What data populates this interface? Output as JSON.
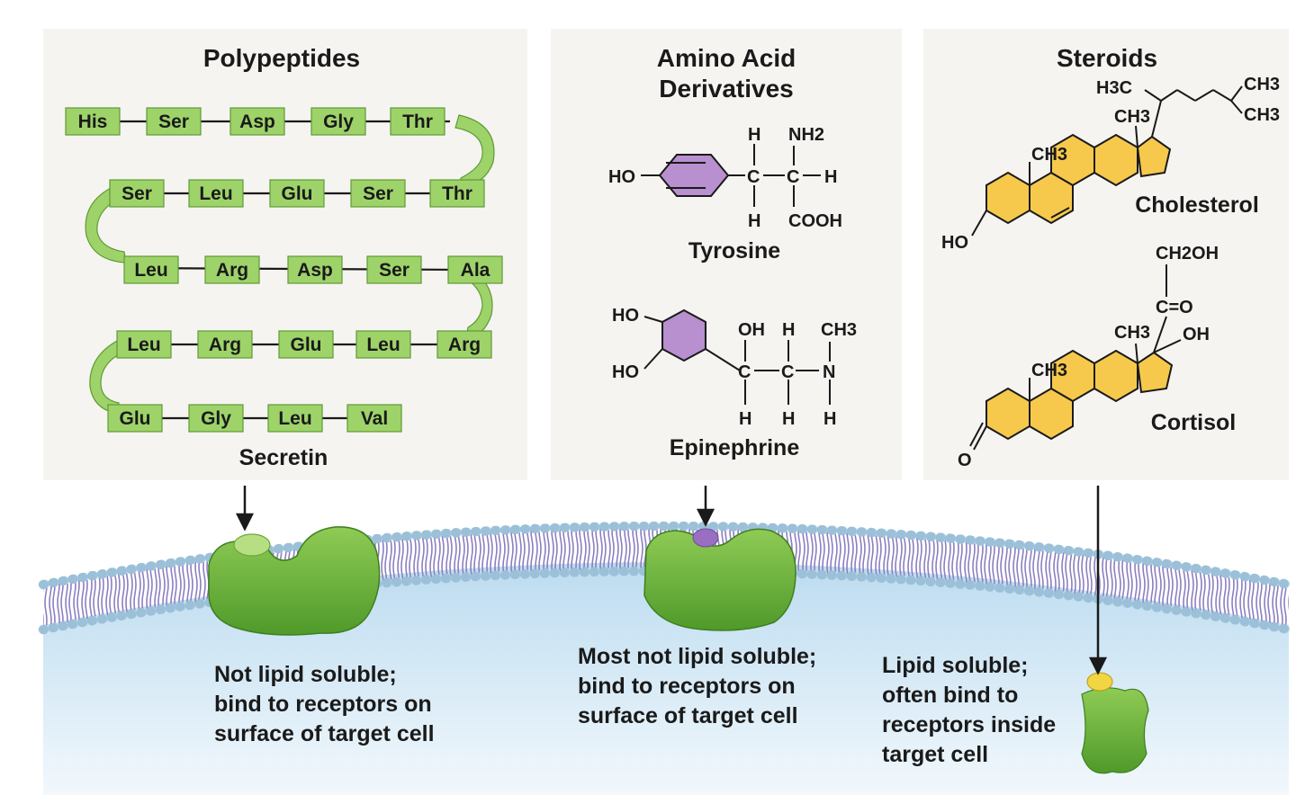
{
  "panels": {
    "polypeptides": {
      "title": "Polypeptides",
      "rows": [
        [
          "His",
          "Ser",
          "Asp",
          "Gly",
          "Thr"
        ],
        [
          "Ser",
          "Leu",
          "Glu",
          "Ser",
          "Thr"
        ],
        [
          "Leu",
          "Arg",
          "Asp",
          "Ser",
          "Ala"
        ],
        [
          "Leu",
          "Arg",
          "Glu",
          "Leu",
          "Arg"
        ],
        [
          "Glu",
          "Gly",
          "Leu",
          "Val"
        ]
      ],
      "name": "Secretin"
    },
    "amino": {
      "title_line1": "Amino Acid",
      "title_line2": "Derivatives",
      "tyrosine": "Tyrosine",
      "epinephrine": "Epinephrine"
    },
    "steroids": {
      "title": "Steroids",
      "cholesterol": "Cholesterol",
      "cortisol": "Cortisol"
    }
  },
  "chem": {
    "ho": "HO",
    "h": "H",
    "nh2": "NH2",
    "cooh": "COOH",
    "oh": "OH",
    "ch3": "CH3",
    "h3c": "H3C",
    "ch2oh": "CH2OH",
    "o": "O",
    "c_eq_o": "C=O",
    "n": "N",
    "c": "C"
  },
  "captions": {
    "polypeptides": [
      "Not lipid soluble;",
      "bind to receptors on",
      "surface of target cell"
    ],
    "amino": [
      "Most not lipid soluble;",
      "bind to receptors on",
      "surface of target cell"
    ],
    "steroids": [
      "Lipid soluble;",
      "often bind to",
      "receptors inside",
      "target cell"
    ]
  },
  "colors": {
    "peptide_green": "#9ed36a",
    "receptor_green": "#6fb83a",
    "ring_purple": "#b88fcf",
    "ring_yellow": "#f6c94c",
    "membrane_purple": "#8c7fc0",
    "membrane_head": "#b7d6ea",
    "cytoplasm": "#d7ebf7"
  }
}
